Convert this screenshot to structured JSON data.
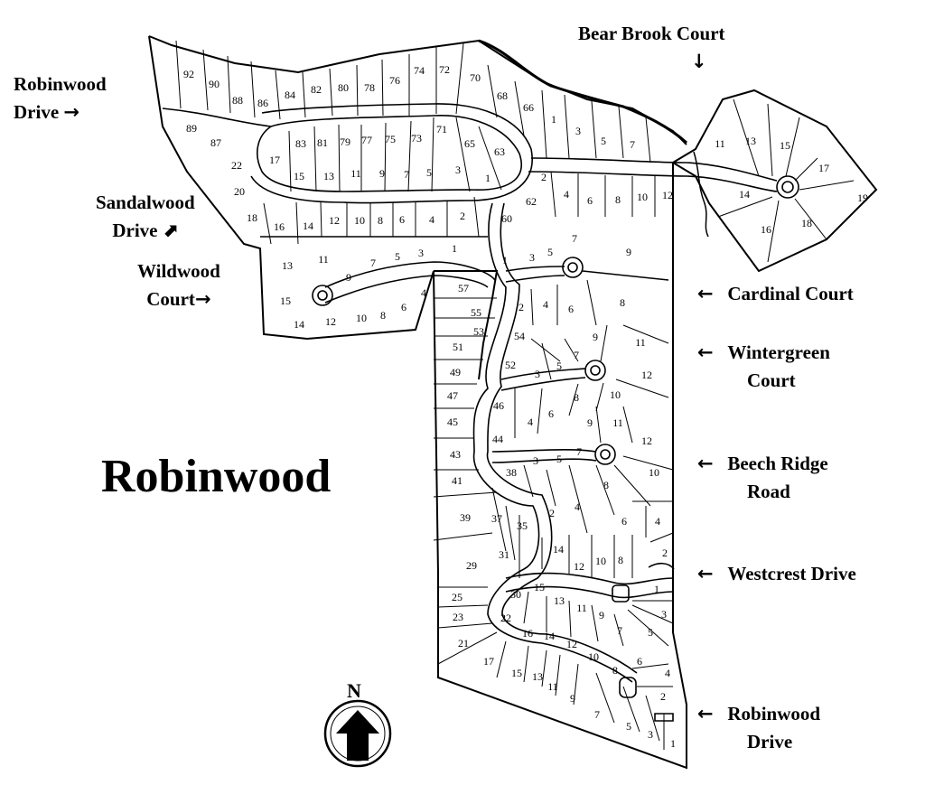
{
  "map": {
    "title": "Robinwood",
    "north_label": "N",
    "streets": {
      "robinwood_top": [
        "Robinwood",
        "Drive"
      ],
      "sandalwood": [
        "Sandalwood",
        "Drive"
      ],
      "wildwood": [
        "Wildwood",
        "Court"
      ],
      "bear_brook": "Bear Brook Court",
      "cardinal": "Cardinal Court",
      "wintergreen": [
        "Wintergreen",
        "Court"
      ],
      "beech_ridge": [
        "Beech Ridge",
        "Road"
      ],
      "westcrest": "Westcrest Drive",
      "robinwood_bottom": [
        "Robinwood",
        "Drive"
      ]
    },
    "icons": {
      "arrow_right": "→",
      "arrow_left": "←",
      "arrow_down": "↓",
      "arrow_upright": "⬈"
    },
    "lots": [
      [
        "92",
        209,
        82
      ],
      [
        "90",
        237,
        93
      ],
      [
        "88",
        263,
        111
      ],
      [
        "86",
        291,
        114
      ],
      [
        "84",
        321,
        105
      ],
      [
        "82",
        350,
        99
      ],
      [
        "80",
        380,
        97
      ],
      [
        "78",
        409,
        97
      ],
      [
        "76",
        437,
        89
      ],
      [
        "74",
        464,
        78
      ],
      [
        "72",
        492,
        77
      ],
      [
        "70",
        526,
        86
      ],
      [
        "89",
        212,
        142
      ],
      [
        "87",
        239,
        158
      ],
      [
        "22",
        262,
        183
      ],
      [
        "20",
        265,
        212
      ],
      [
        "18",
        279,
        241
      ],
      [
        "17",
        304,
        177
      ],
      [
        "83",
        333,
        159
      ],
      [
        "81",
        357,
        158
      ],
      [
        "79",
        382,
        157
      ],
      [
        "77",
        406,
        155
      ],
      [
        "75",
        432,
        154
      ],
      [
        "73",
        461,
        153
      ],
      [
        "71",
        489,
        143
      ],
      [
        "65",
        520,
        159
      ],
      [
        "63",
        553,
        168
      ],
      [
        "15",
        331,
        195
      ],
      [
        "13",
        364,
        195
      ],
      [
        "11",
        394,
        192
      ],
      [
        "9",
        423,
        192
      ],
      [
        "7",
        450,
        193
      ],
      [
        "5",
        475,
        191
      ],
      [
        "3",
        507,
        188
      ],
      [
        "1",
        540,
        197
      ],
      [
        "16",
        309,
        251
      ],
      [
        "14",
        341,
        250
      ],
      [
        "12",
        370,
        244
      ],
      [
        "10",
        398,
        244
      ],
      [
        "8",
        421,
        244
      ],
      [
        "6",
        445,
        243
      ],
      [
        "4",
        478,
        243
      ],
      [
        "2",
        512,
        239
      ],
      [
        "68",
        556,
        106
      ],
      [
        "66",
        585,
        119
      ],
      [
        "1",
        613,
        132
      ],
      [
        "3",
        640,
        145
      ],
      [
        "5",
        668,
        156
      ],
      [
        "7",
        700,
        160
      ],
      [
        "2",
        602,
        196
      ],
      [
        "62",
        588,
        223
      ],
      [
        "4",
        627,
        215
      ],
      [
        "6",
        653,
        222
      ],
      [
        "8",
        684,
        221
      ],
      [
        "10",
        711,
        218
      ],
      [
        "12",
        739,
        216
      ],
      [
        "60",
        561,
        242
      ],
      [
        "11",
        797,
        159
      ],
      [
        "13",
        831,
        156
      ],
      [
        "15",
        869,
        161
      ],
      [
        "17",
        912,
        186
      ],
      [
        "19",
        955,
        219
      ],
      [
        "14",
        824,
        215
      ],
      [
        "18",
        893,
        247
      ],
      [
        "16",
        848,
        254
      ],
      [
        "13",
        318,
        294
      ],
      [
        "11",
        358,
        287
      ],
      [
        "9",
        386,
        307
      ],
      [
        "7",
        413,
        291
      ],
      [
        "5",
        440,
        284
      ],
      [
        "3",
        466,
        280
      ],
      [
        "1",
        503,
        275
      ],
      [
        "15",
        316,
        333
      ],
      [
        "14",
        331,
        359
      ],
      [
        "12",
        366,
        356
      ],
      [
        "10",
        400,
        352
      ],
      [
        "8",
        424,
        349
      ],
      [
        "6",
        447,
        340
      ],
      [
        "4",
        469,
        324
      ],
      [
        "1",
        559,
        288
      ],
      [
        "3",
        589,
        285
      ],
      [
        "5",
        609,
        279
      ],
      [
        "7",
        636,
        264
      ],
      [
        "9",
        696,
        279
      ],
      [
        "57",
        513,
        319
      ],
      [
        "55",
        527,
        346
      ],
      [
        "53",
        530,
        367
      ],
      [
        "51",
        507,
        384
      ],
      [
        "49",
        504,
        412
      ],
      [
        "47",
        501,
        438
      ],
      [
        "45",
        501,
        467
      ],
      [
        "43",
        504,
        503
      ],
      [
        "41",
        506,
        532
      ],
      [
        "39",
        515,
        573
      ],
      [
        "29",
        522,
        626
      ],
      [
        "37",
        550,
        574
      ],
      [
        "35",
        578,
        582
      ],
      [
        "31",
        558,
        614
      ],
      [
        "2",
        577,
        340
      ],
      [
        "4",
        604,
        337
      ],
      [
        "6",
        632,
        342
      ],
      [
        "8",
        689,
        335
      ],
      [
        "54",
        575,
        372
      ],
      [
        "9",
        659,
        373
      ],
      [
        "11",
        709,
        379
      ],
      [
        "7",
        638,
        393
      ],
      [
        "5",
        619,
        405
      ],
      [
        "3",
        595,
        414
      ],
      [
        "52",
        565,
        404
      ],
      [
        "12",
        716,
        415
      ],
      [
        "10",
        681,
        437
      ],
      [
        "8",
        638,
        440
      ],
      [
        "6",
        610,
        458
      ],
      [
        "4",
        587,
        467
      ],
      [
        "46",
        552,
        449
      ],
      [
        "9",
        653,
        468
      ],
      [
        "11",
        684,
        468
      ],
      [
        "12",
        716,
        488
      ],
      [
        "10",
        724,
        523
      ],
      [
        "8",
        671,
        537
      ],
      [
        "7",
        641,
        500
      ],
      [
        "5",
        619,
        508
      ],
      [
        "3",
        593,
        510
      ],
      [
        "38",
        566,
        523
      ],
      [
        "44",
        551,
        486
      ],
      [
        "2",
        611,
        568
      ],
      [
        "4",
        639,
        561
      ],
      [
        "6",
        691,
        577
      ],
      [
        "4",
        728,
        577
      ],
      [
        "2",
        736,
        612
      ],
      [
        "14",
        618,
        608
      ],
      [
        "12",
        641,
        627
      ],
      [
        "10",
        665,
        621
      ],
      [
        "8",
        687,
        620
      ],
      [
        "1",
        727,
        652
      ],
      [
        "3",
        735,
        680
      ],
      [
        "5",
        720,
        700
      ],
      [
        "7",
        686,
        698
      ],
      [
        "9",
        666,
        681
      ],
      [
        "11",
        644,
        673
      ],
      [
        "13",
        619,
        665
      ],
      [
        "15",
        597,
        650
      ],
      [
        "30",
        571,
        658
      ],
      [
        "22",
        560,
        684
      ],
      [
        "16",
        584,
        701
      ],
      [
        "14",
        608,
        704
      ],
      [
        "12",
        633,
        713
      ],
      [
        "10",
        657,
        727
      ],
      [
        "8",
        681,
        742
      ],
      [
        "6",
        708,
        732
      ],
      [
        "4",
        739,
        745
      ],
      [
        "2",
        734,
        771
      ],
      [
        "25",
        506,
        661
      ],
      [
        "23",
        507,
        683
      ],
      [
        "21",
        513,
        712
      ],
      [
        "17",
        541,
        732
      ],
      [
        "15",
        572,
        745
      ],
      [
        "13",
        595,
        749
      ],
      [
        "11",
        612,
        760
      ],
      [
        "9",
        634,
        773
      ],
      [
        "7",
        661,
        791
      ],
      [
        "5",
        696,
        804
      ],
      [
        "3",
        720,
        813
      ],
      [
        "1",
        745,
        823
      ]
    ]
  }
}
